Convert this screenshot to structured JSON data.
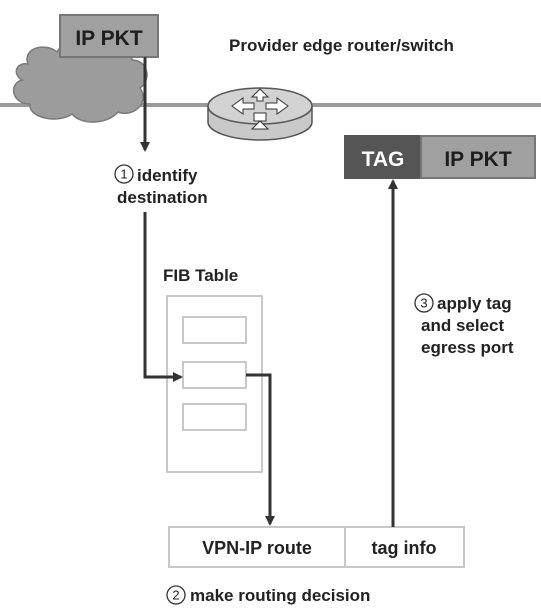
{
  "title": "Provider edge router/switch",
  "ip_packet_label": "IP PKT",
  "tagged_packet": {
    "tag_label": "TAG",
    "ip_label": "IP PKT"
  },
  "steps": [
    {
      "number": "1",
      "lines": [
        "identify",
        "destination"
      ]
    },
    {
      "number": "2",
      "lines": [
        "make routing decision"
      ]
    },
    {
      "number": "3",
      "lines": [
        "apply tag",
        "and select",
        "egress port"
      ]
    }
  ],
  "fib": {
    "title": "FIB Table"
  },
  "route_entry": {
    "route_label": "VPN-IP route",
    "info_label": "tag info"
  },
  "colors": {
    "packet_fill": "#a0a0a0",
    "tag_fill": "#555555",
    "cloud_fill": "#9c9c9c",
    "router_fill": "#c9c9c9",
    "line_gray": "#9a9a9a",
    "table_border": "#c8c8c8",
    "arrow": "#333333"
  }
}
